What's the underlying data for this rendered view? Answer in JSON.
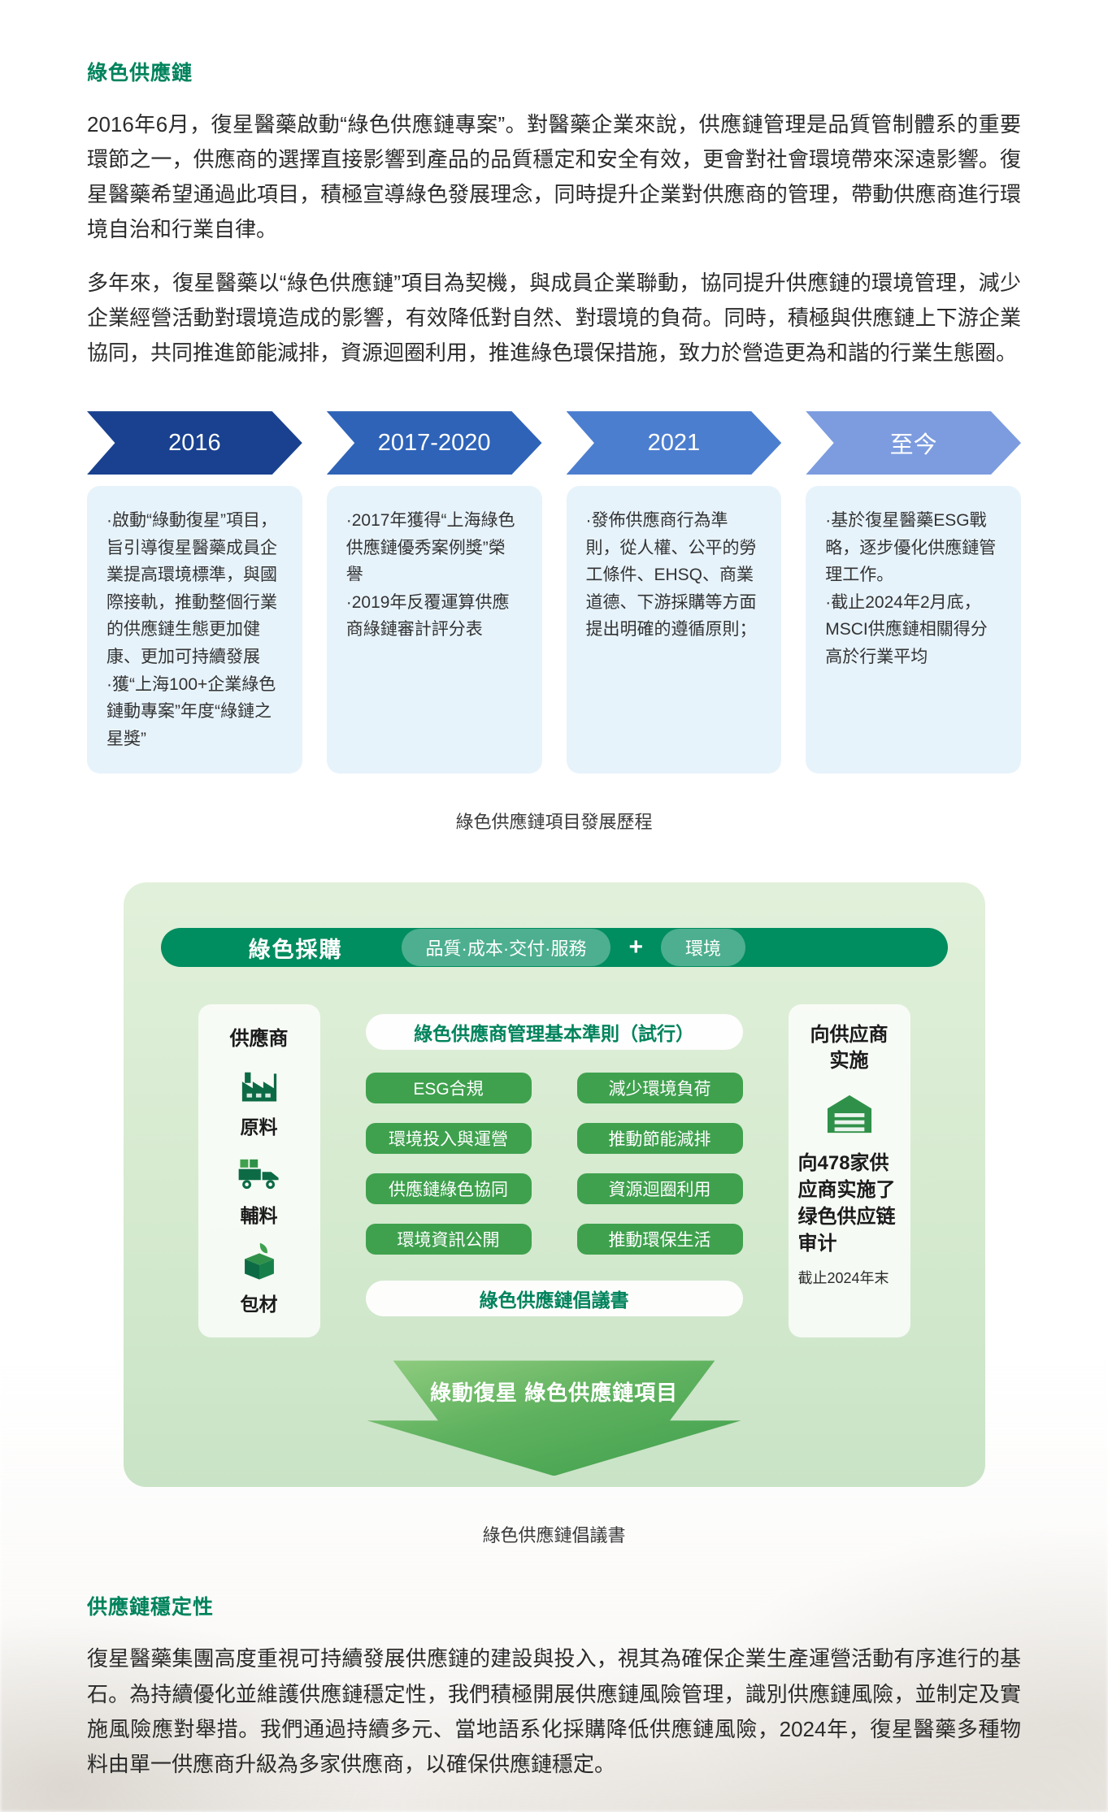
{
  "palette": {
    "accent_green": "#00835C",
    "diagram_bar_green": "#008D5F",
    "pill_green": "#3FA14E",
    "timeline_box_bg": "#E7F3FB"
  },
  "section1": {
    "title": "綠色供應鏈",
    "para1": "2016年6月，復星醫藥啟動“綠色供應鏈專案”。對醫藥企業來說，供應鏈管理是品質管制體系的重要環節之一，供應商的選擇直接影響到產品的品質穩定和安全有效，更會對社會環境帶來深遠影響。復星醫藥希望通過此項目，積極宣導綠色發展理念，同時提升企業對供應商的管理，帶動供應商進行環境自治和行業自律。",
    "para2": "多年來，復星醫藥以“綠色供應鏈”項目為契機，與成員企業聯動，協同提升供應鏈的環境管理，減少企業經營活動對環境造成的影響，有效降低對自然、對環境的負荷。同時，積極與供應鏈上下游企業協同，共同推進節能減排，資源迴圈利用，推進綠色環保措施，致力於營造更為和諧的行業生態圈。"
  },
  "timeline": {
    "caption": "綠色供應鏈項目發展歷程",
    "stages": [
      {
        "label": "2016",
        "color": "#19418F",
        "items": [
          "·啟動“綠動復星”項目，旨引導復星醫藥成員企業提高環境標準，與國際接軌，推動整個行業的供應鏈生態更加健康、更加可持續發展",
          "·獲“上海100+企業綠色鏈動專案”年度“綠鏈之星獎”"
        ]
      },
      {
        "label": "2017-2020",
        "color": "#2E63B8",
        "items": [
          "·2017年獲得“上海綠色供應鏈優秀案例獎”榮譽",
          "·2019年反覆運算供應商綠鏈審計評分表"
        ]
      },
      {
        "label": "2021",
        "color": "#4C7ECF",
        "items": [
          "·發佈供應商行為準則，從人權、公平的勞工條件、EHSQ、商業道德、下游採購等方面提出明確的遵循原則；"
        ]
      },
      {
        "label": "至今",
        "color": "#7C9CDF",
        "items": [
          "·基於復星醫藥ESG戰略，逐步優化供應鏈管理工作。",
          "·截止2024年2月底，MSCI供應鏈相關得分高於行業平均"
        ]
      }
    ]
  },
  "diagram": {
    "header": {
      "title": "綠色採購",
      "pill1": "品質·成本·交付·服務",
      "plus": "+",
      "pill2": "環境"
    },
    "suppliers": {
      "title": "供應商",
      "items": [
        {
          "icon": "factory-icon",
          "label": "原料"
        },
        {
          "icon": "truck-icon",
          "label": "輔料"
        },
        {
          "icon": "package-icon",
          "label": "包材"
        }
      ]
    },
    "principles": {
      "title": "綠色供應商管理基本準則（試行）",
      "pills": [
        [
          "ESG合規",
          "減少環境負荷"
        ],
        [
          "環境投入與運營",
          "推動節能減排"
        ],
        [
          "供應鏈綠色協同",
          "資源迴圈利用"
        ],
        [
          "環境資訊公開",
          "推動環保生活"
        ]
      ],
      "footer": "綠色供應鏈倡議書"
    },
    "implementation": {
      "title": "向供应商实施",
      "icon": "warehouse-icon",
      "text": "向478家供应商实施了绿色供应链审计",
      "note": "截止2024年末"
    },
    "arrow_label": "綠動復星 綠色供應鏈項目",
    "caption": "綠色供應鏈倡議書"
  },
  "section2": {
    "title": "供應鏈穩定性",
    "para": "復星醫藥集團高度重視可持續發展供應鏈的建設與投入，視其為確保企業生產運營活動有序進行的基石。為持續優化並維護供應鏈穩定性，我們積極開展供應鏈風險管理，識別供應鏈風險，並制定及實施風險應對舉措。我們通過持續多元、當地語系化採購降低供應鏈風險，2024年，復星醫藥多種物料由單一供應商升級為多家供應商，以確保供應鏈穩定。"
  }
}
